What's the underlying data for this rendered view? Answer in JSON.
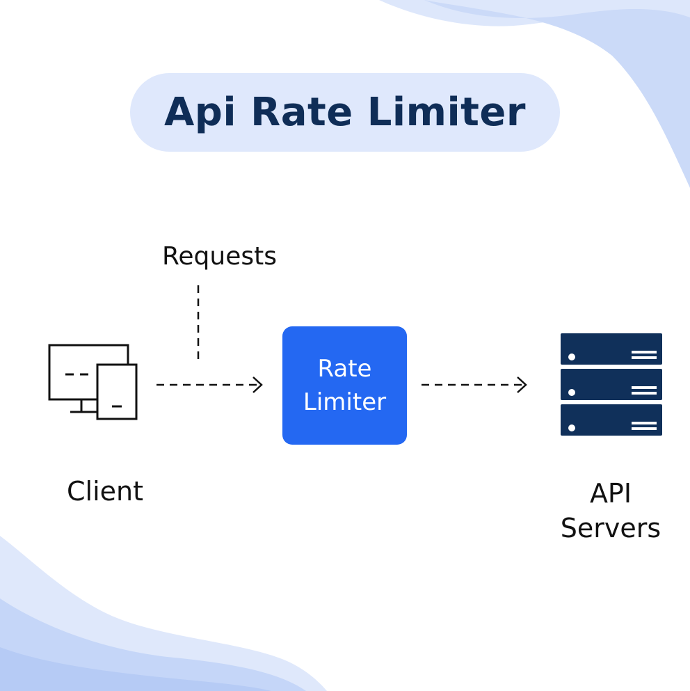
{
  "title": "Api Rate Limiter",
  "nodes": {
    "requests_label": "Requests",
    "rate_limiter": {
      "line1": "Rate",
      "line2": "Limiter"
    },
    "client_label": "Client",
    "api_servers": {
      "line1": "API",
      "line2": "Servers"
    }
  },
  "icons": {
    "client": "desktop-and-mobile-icon",
    "servers": "server-rack-icon"
  },
  "colors": {
    "title_pill_bg": "#dfe8fc",
    "title_text": "#0f2d57",
    "rate_limiter_bg": "#2468f2",
    "server_fill": "#10305a",
    "wave_light": "#dde7fb",
    "wave_mid": "#c5d6f8",
    "wave_dark": "#b3c8f4"
  }
}
